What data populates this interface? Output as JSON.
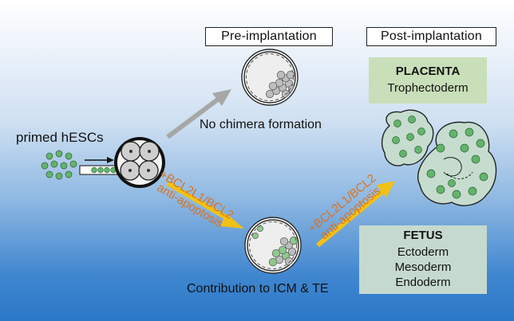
{
  "headers": {
    "pre": "Pre-implantation",
    "post": "Post-implantation"
  },
  "labels": {
    "primed": "primed hESCs",
    "no_chimera": "No chimera formation",
    "contribution": "Contribution to ICM & TE",
    "bcl_1": "+BCL2L1/BCL2",
    "anti_1": "anti-apoptosis",
    "bcl_2": "+BCL2L1/BCL2",
    "anti_2": "anti-apoptosis"
  },
  "placenta": {
    "title": "PLACENTA",
    "tissue": "Trophectoderm"
  },
  "fetus": {
    "title": "FETUS",
    "tissues": [
      "Ectoderm",
      "Mesoderm",
      "Endoderm"
    ]
  },
  "colors": {
    "arrow_gray": "#a7a7a7",
    "arrow_yellow": "#f3c114",
    "annotation_orange": "#d9731f",
    "cell_green": "#63b46b",
    "placenta_fill": "#c9dfba",
    "fetus_fill": "#c6d9cf"
  }
}
